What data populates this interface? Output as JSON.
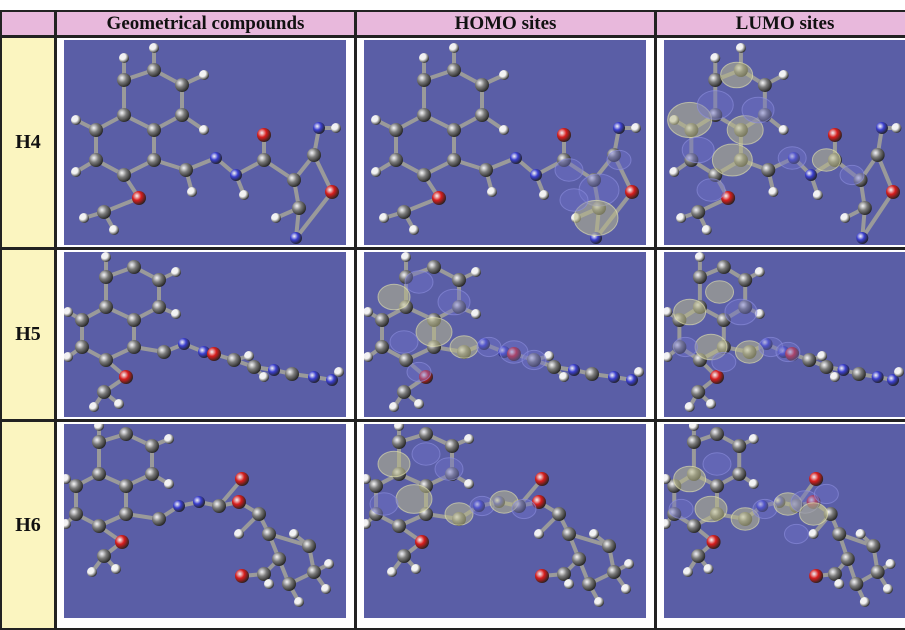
{
  "table": {
    "corner": "",
    "headers": [
      "Geometrical compounds",
      "HOMO sites",
      "LUMO sites"
    ],
    "rows": [
      "H4",
      "H5",
      "H6"
    ]
  },
  "colors": {
    "header_bg": "#e8b8dc",
    "row_label_bg": "#fbf5c0",
    "panel_bg": "#5a5ea6",
    "carbon": "#7d7d7d",
    "hydrogen": "#f2f2f2",
    "oxygen": "#d81e1e",
    "nitrogen": "#3b3fd0",
    "orbital_positive": "#b9b98a",
    "orbital_negative": "#6f72c8"
  }
}
